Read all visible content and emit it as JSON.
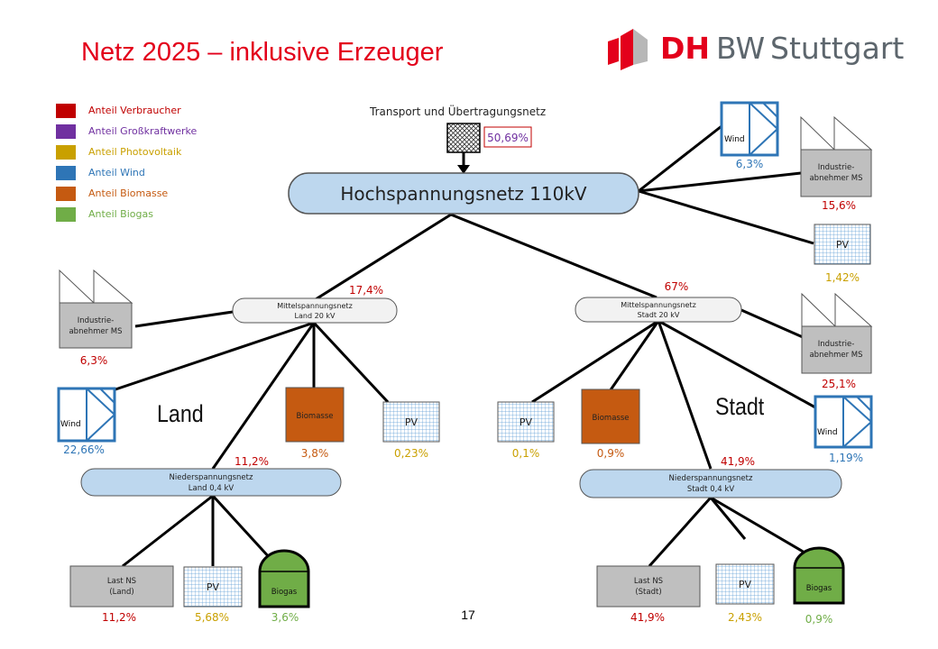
{
  "title": "Netz 2025 – inklusive Erzeuger",
  "page_number": "17",
  "logo": {
    "dh": "DH",
    "bw": "BW",
    "city": "Stuttgart"
  },
  "colors": {
    "verbraucher": "#c00000",
    "grosskraftwerke": "#7030a0",
    "photovoltaik": "#c9a000",
    "wind": "#2e75b6",
    "biomasse": "#c55a11",
    "biogas": "#70ad47"
  },
  "legend": [
    {
      "label": "Anteil Verbraucher",
      "color": "#c00000"
    },
    {
      "label": "Anteil Großkraftwerke",
      "color": "#7030a0"
    },
    {
      "label": "Anteil Photovoltaik",
      "color": "#c9a000"
    },
    {
      "label": "Anteil Wind",
      "color": "#2e75b6"
    },
    {
      "label": "Anteil Biomasse",
      "color": "#c55a11"
    },
    {
      "label": "Anteil Biogas",
      "color": "#70ad47"
    }
  ],
  "labels": {
    "land": "Land",
    "stadt": "Stadt"
  },
  "nodes": {
    "transport": {
      "title": "Transport und Übertragungsnetz",
      "value": "50,69%"
    },
    "hs": {
      "title": "Hochspannungsnetz 110kV"
    },
    "wind_hs": {
      "label": "Wind",
      "value": "6,3%"
    },
    "ind_hs": {
      "label1": "Industrie-",
      "label2": "abnehmer MS",
      "value": "15,6%"
    },
    "pv_hs": {
      "label": "PV",
      "value": "1,42%"
    },
    "ms_land": {
      "label1": "Mittelspannungsnetz",
      "label2": "Land 20 kV",
      "value": "17,4%"
    },
    "ms_stadt": {
      "label1": "Mittelspannungsnetz",
      "label2": "Stadt 20 kV",
      "value": "67%"
    },
    "ind_land": {
      "label1": "Industrie-",
      "label2": "abnehmer MS",
      "value": "6,3%"
    },
    "ind_stadt": {
      "label1": "Industrie-",
      "label2": "abnehmer MS",
      "value": "25,1%"
    },
    "wind_land": {
      "label": "Wind",
      "value": "22,66%"
    },
    "bio_land": {
      "label": "Biomasse",
      "value": "3,8%"
    },
    "pv_land_ms": {
      "label": "PV",
      "value": "0,23%"
    },
    "pv_stadt_ms": {
      "label": "PV",
      "value": "0,1%"
    },
    "bio_stadt": {
      "label": "Biomasse",
      "value": "0,9%"
    },
    "wind_stadt": {
      "label": "Wind",
      "value": "1,19%"
    },
    "ns_land": {
      "label1": "Niederspannungsnetz",
      "label2": "Land 0,4 kV",
      "value": "11,2%"
    },
    "ns_stadt": {
      "label1": "Niederspannungsnetz",
      "label2": "Stadt 0,4 kV",
      "value": "41,9%"
    },
    "last_land": {
      "label1": "Last NS",
      "label2": "(Land)",
      "value": "11,2%"
    },
    "pv_land_ns": {
      "label": "PV",
      "value": "5,68%"
    },
    "biogas_land": {
      "label": "Biogas",
      "value": "3,6%"
    },
    "last_stadt": {
      "label1": "Last NS",
      "label2": "(Stadt)",
      "value": "41,9%"
    },
    "pv_stadt_ns": {
      "label": "PV",
      "value": "2,43%"
    },
    "biogas_stadt": {
      "label": "Biogas",
      "value": "0,9%"
    }
  }
}
